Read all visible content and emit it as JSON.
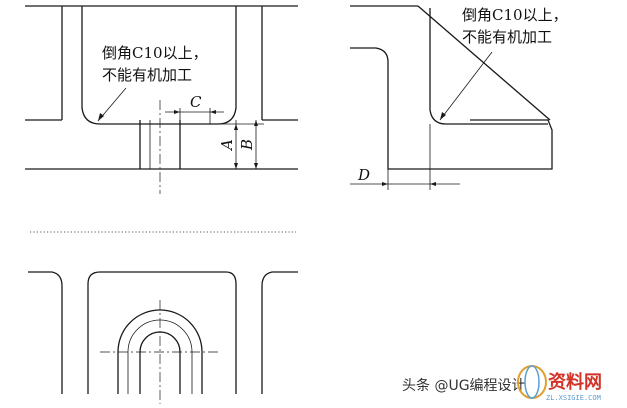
{
  "annotations": {
    "chamfer_note_left_line1": "倒角C10以上，",
    "chamfer_note_left_line2": "不能有机加工",
    "chamfer_note_right_line1": "倒角C10以上，",
    "chamfer_note_right_line2": "不能有机加工"
  },
  "dimensions": {
    "c": "C",
    "a": "A",
    "b": "B",
    "d": "D"
  },
  "watermark": {
    "source": "头条 @UG编程设计",
    "brand": "资料网",
    "url": "ZL.XSIGIE.COM"
  },
  "colors": {
    "line": "#1a1a1a",
    "watermark_brand": "#d2342a",
    "watermark_url": "#5aa0d6"
  }
}
